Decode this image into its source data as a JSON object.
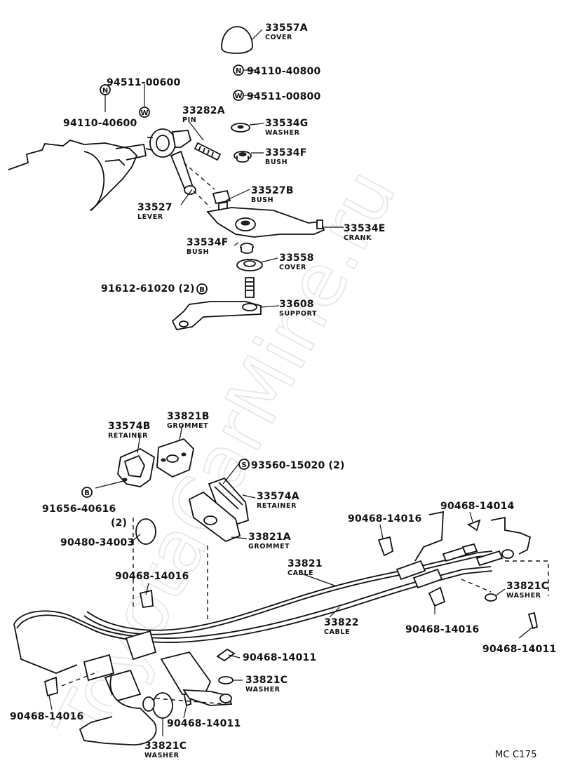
{
  "watermark": "ToyotaCarMine.ru",
  "diagram_code": "MC C175",
  "callouts": [
    {
      "id": "c-33557a",
      "part": "33557A",
      "desc": "COVER"
    },
    {
      "id": "c-94110-40800",
      "part": "94110-40800",
      "desc": "",
      "symbol": "N"
    },
    {
      "id": "c-94511-00800",
      "part": "94511-00800",
      "desc": "",
      "symbol": "W"
    },
    {
      "id": "c-94511-00600",
      "part": "94511-00600",
      "desc": ""
    },
    {
      "id": "c-94110-40600",
      "part": "94110-40600",
      "desc": ""
    },
    {
      "id": "c-33282a",
      "part": "33282A",
      "desc": "PIN"
    },
    {
      "id": "c-33534g",
      "part": "33534G",
      "desc": "WASHER"
    },
    {
      "id": "c-33534f-top",
      "part": "33534F",
      "desc": "BUSH"
    },
    {
      "id": "c-33527b",
      "part": "33527B",
      "desc": "BUSH"
    },
    {
      "id": "c-33527",
      "part": "33527",
      "desc": "LEVER"
    },
    {
      "id": "c-33534e",
      "part": "33534E",
      "desc": "CRANK"
    },
    {
      "id": "c-33534f-bot",
      "part": "33534F",
      "desc": "BUSH"
    },
    {
      "id": "c-33558",
      "part": "33558",
      "desc": "COVER"
    },
    {
      "id": "c-91612",
      "part": "91612-61020 (2)",
      "desc": "",
      "symbol": "B"
    },
    {
      "id": "c-33608",
      "part": "33608",
      "desc": "SUPPORT"
    },
    {
      "id": "c-33574b",
      "part": "33574B",
      "desc": "RETAINER"
    },
    {
      "id": "c-33821b",
      "part": "33821B",
      "desc": "GROMMET"
    },
    {
      "id": "c-93560",
      "part": "93560-15020 (2)",
      "desc": "",
      "symbol": "S"
    },
    {
      "id": "c-91656",
      "part": "91656-40616",
      "desc": "(2)"
    },
    {
      "id": "c-33574a",
      "part": "33574A",
      "desc": "RETAINER"
    },
    {
      "id": "c-90480",
      "part": "90480-34003",
      "desc": ""
    },
    {
      "id": "c-33821a",
      "part": "33821A",
      "desc": "GROMMET"
    },
    {
      "id": "c-90468-14016-a",
      "part": "90468-14016",
      "desc": ""
    },
    {
      "id": "c-90468-14014",
      "part": "90468-14014",
      "desc": ""
    },
    {
      "id": "c-33821",
      "part": "33821",
      "desc": "CABLE"
    },
    {
      "id": "c-90468-14016-b",
      "part": "90468-14016",
      "desc": ""
    },
    {
      "id": "c-33821c-right",
      "part": "33821C",
      "desc": "WASHER"
    },
    {
      "id": "c-33822",
      "part": "33822",
      "desc": "CABLE"
    },
    {
      "id": "c-90468-14016-c",
      "part": "90468-14016",
      "desc": ""
    },
    {
      "id": "c-90468-14011-right",
      "part": "90468-14011",
      "desc": ""
    },
    {
      "id": "c-90468-14011-mid",
      "part": "90468-14011",
      "desc": ""
    },
    {
      "id": "c-33821c-mid",
      "part": "33821C",
      "desc": "WASHER"
    },
    {
      "id": "c-90468-14016-d",
      "part": "90468-14016",
      "desc": ""
    },
    {
      "id": "c-90468-14011-low",
      "part": "90468-14011",
      "desc": ""
    },
    {
      "id": "c-33821c-bot",
      "part": "33821C",
      "desc": "WASHER"
    }
  ],
  "symbols": {
    "n94511_00600": "N",
    "w94110_40600": "W",
    "b91656": "B"
  }
}
